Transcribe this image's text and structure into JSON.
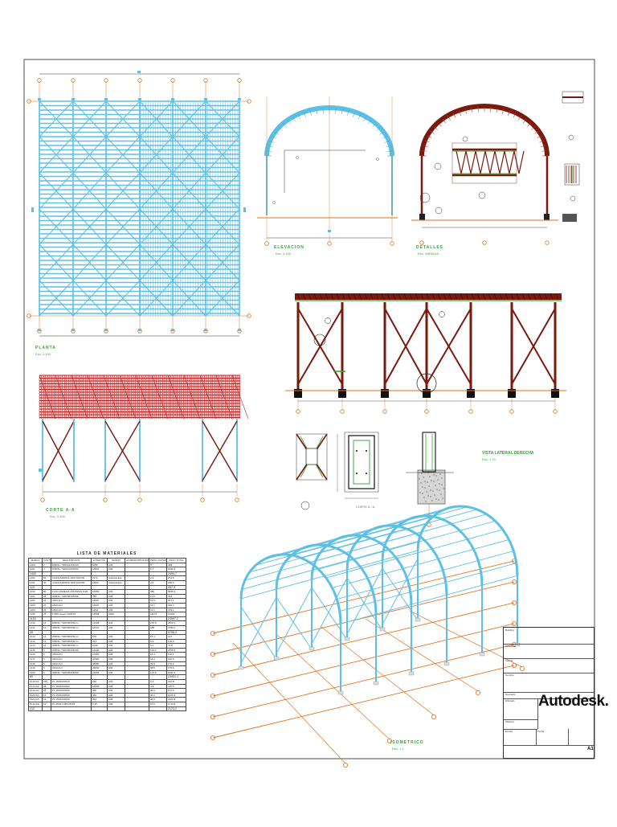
{
  "views": {
    "plan": {
      "label": "PLANTA",
      "scale": "Esc. 1:100"
    },
    "elevation": {
      "label": "ELEVACION",
      "scale": "Esc. 1:100"
    },
    "details": {
      "label": "DETALLES",
      "scale": "Esc. VARIADA"
    },
    "side": {
      "label": "VISTA LATERAL DERECHA",
      "scale": "Esc. 1:75"
    },
    "section": {
      "label": "CORTE A-A",
      "scale": "Esc. 1:100"
    },
    "section_small": {
      "label": "CORTE A - A"
    },
    "isometric": {
      "label": "ISOMETRICO",
      "scale": "Esc. 1:1"
    }
  },
  "schedule": {
    "title": "LISTA DE MATERIALES",
    "headers": [
      "MARCA",
      "CANTIDAD",
      "DESCRIPCION",
      "LONGITUD",
      "GRADO",
      "ACABADO/PINTURA",
      "PESO UNITARIO",
      "PESO TOTAL"
    ],
    "rows": [
      {
        "type": "row",
        "cells": [
          "1000",
          "2",
          "W8X31 / W8X10/W6X15",
          "6036",
          "A36",
          "",
          "6",
          "499"
        ]
      },
      {
        "type": "row",
        "cells": [
          "1001",
          "4",
          "W8X31 / W8X31/W8X06",
          "10631",
          "A36",
          "",
          "6.7",
          "1995.5"
        ]
      },
      {
        "type": "sub",
        "cells": [
          "1400",
          "",
          "",
          "",
          "",
          "",
          "",
          "2494.7"
        ]
      },
      {
        "type": "row",
        "cells": [
          "1100",
          "82",
          "CANALMARINA 1HW 100X35",
          "3173",
          "Galvanizado",
          "",
          "2.9",
          "271.9"
        ]
      },
      {
        "type": "row",
        "cells": [
          "1101",
          "40",
          "CANALMARINA 1HW 100X35",
          "11100",
          "Galvanizado",
          "",
          "4.6",
          "185.6"
        ]
      },
      {
        "type": "sub",
        "cells": [
          "122",
          "",
          "",
          "",
          "",
          "",
          "",
          "457.5"
        ]
      },
      {
        "type": "row",
        "cells": [
          "1200",
          "80",
          "FLAG PANEAM 14X4SPAN 1125",
          "16050",
          "A36",
          "",
          "385",
          "5836.3"
        ]
      },
      {
        "type": "row",
        "cells": [
          "1201",
          "28",
          "W8X31 / W8X06/W6X06",
          "752",
          "A36",
          "",
          "11.6",
          "324"
        ]
      },
      {
        "type": "row",
        "cells": [
          "1202",
          "24",
          "ANGULO",
          "11126",
          "A36",
          "",
          "12.5",
          "307.1"
        ]
      },
      {
        "type": "row",
        "cells": [
          "1203",
          "24",
          "ANGULO",
          "11100",
          "A36",
          "",
          "12.1",
          "226.4"
        ]
      },
      {
        "type": "row",
        "cells": [
          "1204",
          "24",
          "ANGULO",
          "11111",
          "A36",
          "",
          "12.1",
          "219.1"
        ]
      },
      {
        "type": "row",
        "cells": [
          "1205",
          "24",
          "TUBO Hueco 100X70",
          "13008",
          "A500",
          "",
          "11173",
          "13429"
        ]
      },
      {
        "type": "sub",
        "cells": [
          "1153",
          "",
          "",
          "",
          "",
          "",
          "",
          "24597.2"
        ]
      },
      {
        "type": "row",
        "cells": [
          "1210",
          "14",
          "W8X31 / W8X06/W6mm",
          "13138",
          "A36",
          "",
          "276.8",
          "2653.1"
        ]
      },
      {
        "type": "row",
        "cells": [
          "1211",
          "14",
          "W8X31 / W8X06/W6mm",
          "12147",
          "A36",
          "",
          "188",
          "2780.2"
        ]
      },
      {
        "type": "sub",
        "cells": [
          "28",
          "",
          "",
          "",
          "",
          "",
          "",
          "5756.3"
        ]
      },
      {
        "type": "row",
        "cells": [
          "1212",
          "14",
          "W8X31 / W8X06/W6mm",
          "876",
          "A36",
          "",
          "15.4",
          "137"
        ]
      },
      {
        "type": "row",
        "cells": [
          "1213",
          "14",
          "W8X31 / W8X06/W6mm",
          "614",
          "A36",
          "",
          "9.3",
          "130.5"
        ]
      },
      {
        "type": "row",
        "cells": [
          "1214",
          "14",
          "W8X31 / W8X06/W6mm",
          "1030",
          "A36",
          "",
          "5.1",
          "71.8"
        ]
      },
      {
        "type": "row",
        "cells": [
          "1215",
          "6",
          "W8X31 / W8X06/W6X40",
          "14440",
          "A36",
          "",
          "132.4",
          "4750.5"
        ]
      },
      {
        "type": "row",
        "cells": [
          "1216",
          "6",
          "ANGULO",
          "11620",
          "A36",
          "",
          "18.4",
          "110.5"
        ]
      },
      {
        "type": "row",
        "cells": [
          "1217",
          "6",
          "ANGULO",
          "31360",
          "A36",
          "",
          "16.4",
          "120.5"
        ]
      },
      {
        "type": "row",
        "cells": [
          "1218",
          "6",
          "ANGULO",
          "38650",
          "A36",
          "",
          "39.8",
          "170.2"
        ]
      },
      {
        "type": "row",
        "cells": [
          "1219",
          "6",
          "ANGULO",
          "34630",
          "A36",
          "",
          "38.6",
          "175.6"
        ]
      },
      {
        "type": "row",
        "cells": [
          "1220",
          "6",
          "W8X31 / W8X06/W6X40",
          "15025",
          "A36",
          "",
          "123.5",
          "1531.5"
        ]
      },
      {
        "type": "sub",
        "cells": [
          "80",
          "",
          "",
          "",
          "",
          "",
          "",
          "13401.1"
        ]
      },
      {
        "type": "row",
        "cells": [
          "PLACA1",
          "150",
          "PL 150X200X15",
          "230",
          "A36",
          "",
          "1.4",
          "194.8"
        ]
      },
      {
        "type": "row",
        "cells": [
          "PLACA2",
          "28",
          "PL 150X200X06",
          "15235",
          "A36",
          "",
          "4.9",
          "135.5"
        ]
      },
      {
        "type": "row",
        "cells": [
          "PLACA3",
          "28",
          "PL 150X200X06",
          "360",
          "A36",
          "",
          "30.4",
          "574.6"
        ]
      },
      {
        "type": "row",
        "cells": [
          "PLACA4",
          "12",
          "PL 150X200X06",
          "360",
          "A36",
          "",
          "40.2",
          "1626.9"
        ]
      },
      {
        "type": "row",
        "cells": [
          "PLACA5",
          "12",
          "PL 150X200X06",
          "360",
          "A36",
          "",
          "40.6",
          "1626.9"
        ]
      },
      {
        "type": "row",
        "cells": [
          "PLACA6",
          "12",
          "PL 150X2 08X(26)X5",
          "3.15",
          "A36",
          "",
          "15.6",
          "1713.8"
        ]
      },
      {
        "type": "sub",
        "cells": [
          "210",
          "",
          "",
          "",
          "",
          "",
          "",
          "2173.2"
        ]
      }
    ]
  },
  "title_block": {
    "fields": [
      "Building",
      "Ubicación",
      "Cliente",
      "Nombre",
      "Revisado",
      "Dibujado",
      "Material",
      "Escala",
      "Fecha"
    ],
    "brand": "Autodesk",
    "sheet": "A1"
  },
  "colors": {
    "blue": "#5cc0e6",
    "red": "#c62020",
    "darkred": "#7a1a0e",
    "orange": "#e2711d",
    "green": "#2fa52f",
    "black": "#1a1a1a"
  }
}
